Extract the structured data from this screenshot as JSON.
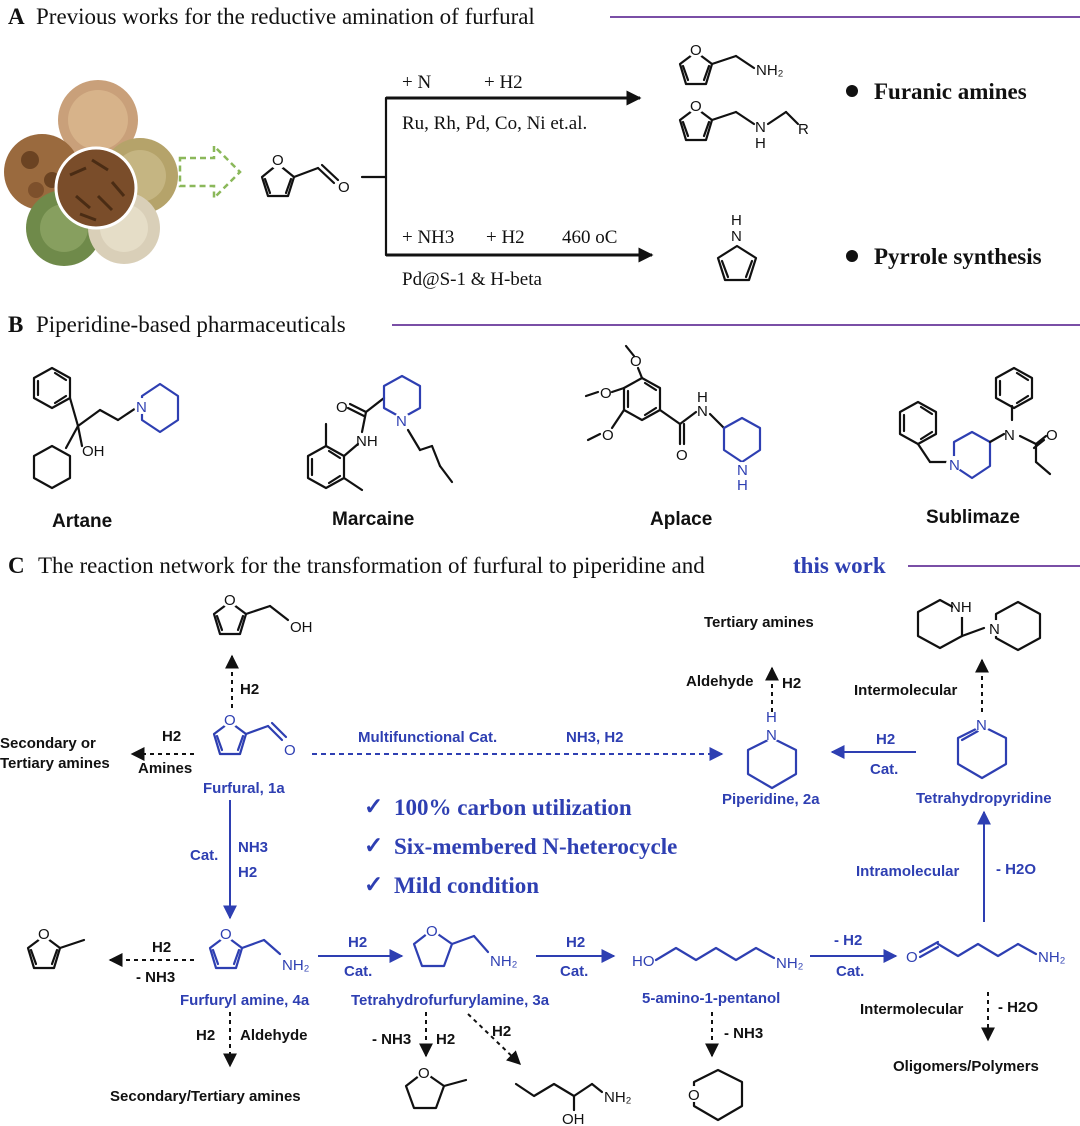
{
  "colors": {
    "blue": "#2e3fb2",
    "purple_rule": "#7a4fa6",
    "arrow_green": "#8bb85a",
    "black": "#111111"
  },
  "section_a": {
    "letter": "A",
    "title": "Previous works for the reductive amination of furfural",
    "top_conditions": [
      "+ N",
      "+ H2"
    ],
    "top_catalysts": "Ru, Rh, Pd, Co, Ni et.al.",
    "bottom_conditions": [
      "+ NH3",
      "+ H2",
      "460 oC"
    ],
    "bottom_catalysts": "Pd@S-1 & H-beta",
    "outcomes": [
      "Furanic amines",
      "Pyrrole synthesis"
    ],
    "icons": [
      "biomass-photo-collage",
      "green-dashed-arrow-icon"
    ]
  },
  "section_b": {
    "letter": "B",
    "title": "Piperidine-based pharmaceuticals",
    "drugs": [
      "Artane",
      "Marcaine",
      "Aplace",
      "Sublimaze"
    ]
  },
  "section_c": {
    "letter": "C",
    "title": "The reaction network for the transformation of furfural to piperidine and",
    "title_highlight": "this work",
    "highlights": [
      "100% carbon utilization",
      "Six-membered N-heterocycle",
      "Mild condition"
    ],
    "compounds": {
      "furfural": "Furfural, 1a",
      "piperidine": "Piperidine, 2a",
      "tetrahydropyridine": "Tetrahydropyridine",
      "furfuryl_amine": "Furfuryl amine, 4a",
      "thfa": "Tetrahydrofurfurylamine, 3a",
      "aminopentanol": "5-amino-1-pentanol"
    },
    "side_products": {
      "tertiary_amines": "Tertiary amines",
      "secondary_tertiary": [
        "Secondary or",
        "Tertiary amines"
      ],
      "secondary_slash_tertiary": "Secondary/Tertiary amines",
      "oligomers": "Oligomers/Polymers"
    },
    "conditions": {
      "multifunctional": "Multifunctional Cat.",
      "nh3_h2": "NH3, H2",
      "cat": "Cat.",
      "nh3": "NH3",
      "h2": "H2",
      "amines": "Amines",
      "aldehyde": "Aldehyde",
      "intermolecular": "Intermolecular",
      "intramolecular": "Intramolecular",
      "minus_h2o": "- H2O",
      "minus_nh3": "- NH3",
      "minus_h2": "- H2"
    }
  }
}
